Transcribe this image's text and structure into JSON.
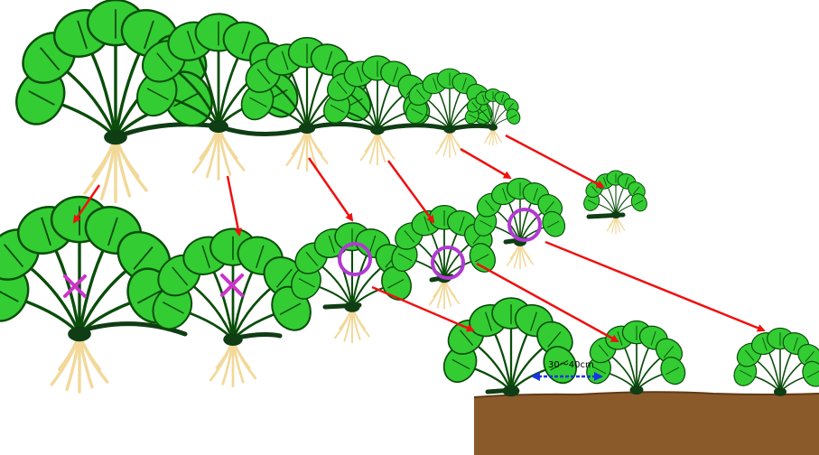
{
  "diagram": {
    "spacing_label": "30〜40cm",
    "colors": {
      "leaf": "#33cc33",
      "leaf_outline": "#0a4d0a",
      "runner": "#0f3d14",
      "root": "#f2d99a",
      "arrow": "#ee1111",
      "good_mark": "#b03ad1",
      "bad_mark": "#cc33cc",
      "spacing_arrow": "#1a33e6",
      "soil": "#8b5a2b"
    },
    "mother_row": [
      {
        "id": "mother",
        "name": "mother-plant",
        "size": 1.0
      },
      {
        "id": "p1",
        "name": "daughter-plant-1",
        "size": 0.82
      },
      {
        "id": "p2",
        "name": "daughter-plant-2",
        "size": 0.66
      },
      {
        "id": "p3",
        "name": "daughter-plant-3",
        "size": 0.54
      },
      {
        "id": "p4",
        "name": "daughter-plant-4",
        "size": 0.44
      },
      {
        "id": "p5",
        "name": "daughter-plant-5",
        "size": 0.28
      }
    ],
    "selection": [
      {
        "id": "sel1",
        "name": "separated-plant-1",
        "mark": "×",
        "verdict": "bad"
      },
      {
        "id": "sel2",
        "name": "separated-plant-2",
        "mark": "×",
        "verdict": "bad"
      },
      {
        "id": "sel3",
        "name": "separated-plant-3",
        "mark": "○",
        "verdict": "good"
      },
      {
        "id": "sel4",
        "name": "separated-plant-4",
        "mark": "○",
        "verdict": "good"
      },
      {
        "id": "sel5",
        "name": "separated-plant-5",
        "mark": "○",
        "verdict": "good"
      },
      {
        "id": "sel6",
        "name": "separated-plant-6",
        "mark": "",
        "verdict": "none"
      }
    ]
  }
}
